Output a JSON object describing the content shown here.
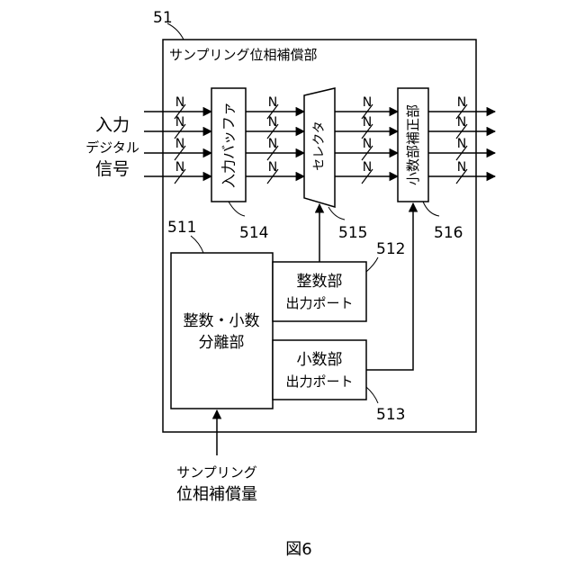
{
  "figure_caption": "図6",
  "unit": {
    "ref": "51",
    "title": "サンプリング位相補償部"
  },
  "input": {
    "line1": "入力",
    "line2": "デジタル",
    "line3": "信号"
  },
  "bus_width_label": "N",
  "blocks": {
    "input_buffer": {
      "label": "入力バッファ",
      "ref": "514"
    },
    "selector": {
      "label": "セレクタ",
      "ref": "515"
    },
    "fraction_corrector": {
      "label": "小数部補正部",
      "ref": "516"
    },
    "separator": {
      "line1": "整数・小数",
      "line2": "分離部",
      "ref": "511"
    },
    "int_port": {
      "line1": "整数部",
      "line2": "出力ポート",
      "ref": "512"
    },
    "frac_port": {
      "line1": "小数部",
      "line2": "出力ポート",
      "ref": "513"
    }
  },
  "bottom_input": {
    "line1": "サンプリング",
    "line2": "位相補償量"
  }
}
